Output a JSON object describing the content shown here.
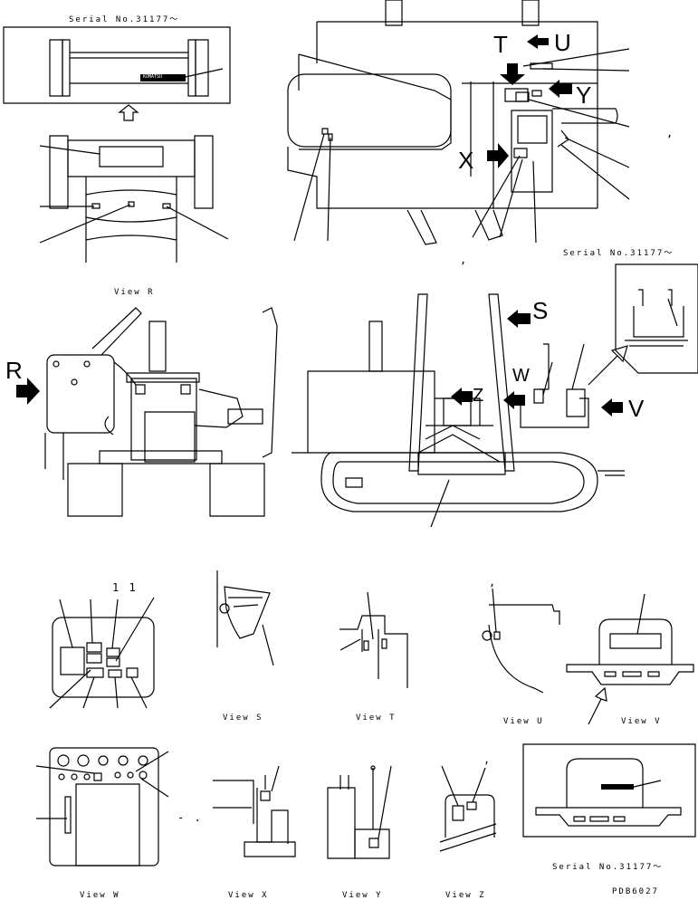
{
  "serials": {
    "top_left": "Serial No.31177〜",
    "mid_right": "Serial No.31177〜",
    "bottom_right": "Serial No.31177〜"
  },
  "views": {
    "r": "View R",
    "s": "View S",
    "t": "View T",
    "u": "View U",
    "v": "View V",
    "w": "View W",
    "x": "View X",
    "y": "View Y",
    "z": "View Z"
  },
  "arrows": {
    "t": "T",
    "u": "U",
    "y": "Y",
    "x": "X",
    "r": "R",
    "s": "S",
    "w": "W",
    "z": "Z",
    "v": "V"
  },
  "marks": {
    "eleven": "1 1",
    "comma_1": ",",
    "comma_2": ",",
    "comma_3": ",",
    "comma_4": ",",
    "dash": "- ."
  },
  "logo_text": "KOMATSU",
  "drawing_code": "PDB6027"
}
